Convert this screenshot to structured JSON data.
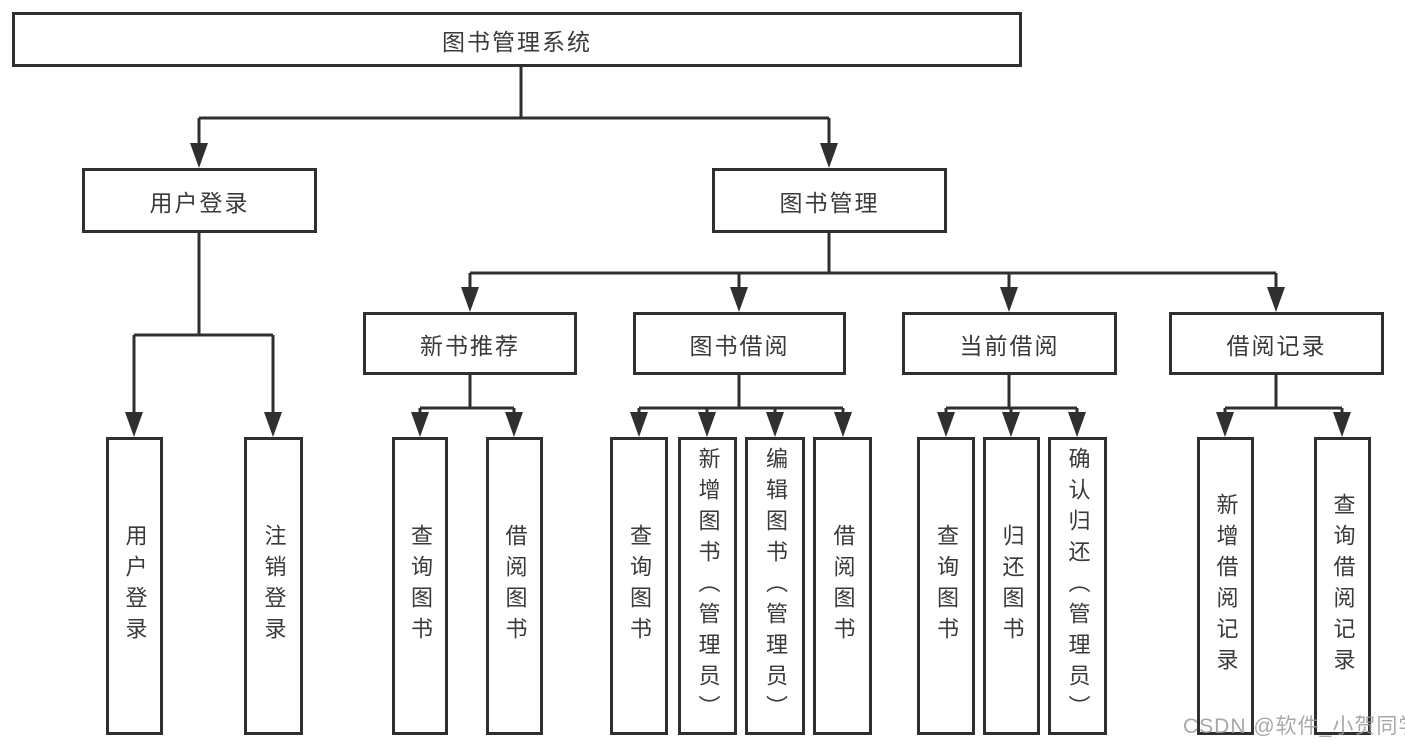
{
  "colors": {
    "line": "#2f2f2f",
    "box_border": "#2f2f2f",
    "box_background": "#ffffff",
    "text": "#3a3a3a",
    "watermark": "#9a9a9a"
  },
  "tree": {
    "root": {
      "label": "图书管理系统"
    },
    "branches": [
      {
        "label": "用户登录",
        "children": [
          {
            "label": "用户登录"
          },
          {
            "label": "注销登录"
          }
        ]
      },
      {
        "label": "图书管理",
        "groups": [
          {
            "label": "新书推荐",
            "children": [
              {
                "label": "查询图书"
              },
              {
                "label": "借阅图书"
              }
            ]
          },
          {
            "label": "图书借阅",
            "children": [
              {
                "label": "查询图书"
              },
              {
                "label": "新增图书（管理员）"
              },
              {
                "label": "编辑图书（管理员）"
              },
              {
                "label": "借阅图书"
              }
            ]
          },
          {
            "label": "当前借阅",
            "children": [
              {
                "label": "查询图书"
              },
              {
                "label": "归还图书"
              },
              {
                "label": "确认归还（管理员）"
              }
            ]
          },
          {
            "label": "借阅记录",
            "children": [
              {
                "label": "新增借阅记录"
              },
              {
                "label": "查询借阅记录"
              }
            ]
          }
        ]
      }
    ]
  },
  "watermark": {
    "text": "CSDN @软件_小贺同学"
  }
}
